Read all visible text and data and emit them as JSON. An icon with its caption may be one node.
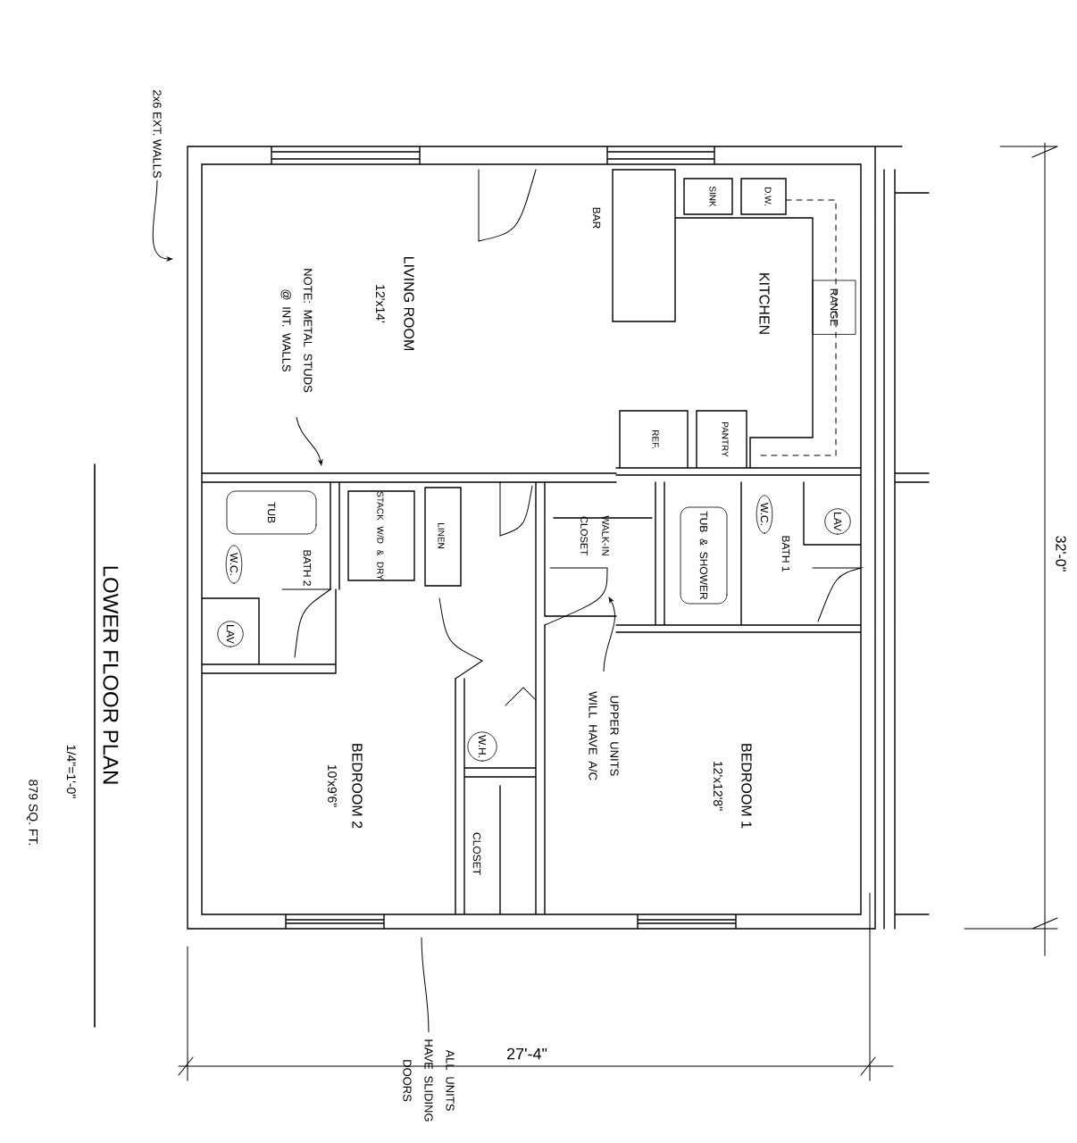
{
  "diagram": {
    "title": "LOWER FLOOR PLAN",
    "nodes": [
      {
        "text": [
          "2x6 EXT. WALLS"
        ]
      },
      {
        "text": [
          "NOTE: METAL STUDS @ INT. WALLS"
        ]
      },
      {
        "text": [
          "UPPER UNITS WILL HAVE A/C"
        ]
      },
      {
        "text": [
          "ALL UNITS HAVE SLIDING DOORS"
        ]
      },
      {
        "text": [
          "TUB"
        ]
      },
      {
        "text": [
          "W.C."
        ]
      },
      {
        "text": [
          "LAV"
        ]
      },
      {
        "text": [
          "TUB & SHOWER"
        ]
      },
      {
        "text": [
          "W.C."
        ]
      },
      {
        "text": [
          "LAV"
        ]
      },
      {
        "text": [
          "W.H."
        ]
      },
      {
        "text": [
          "RANGE"
        ]
      },
      {
        "text": [],
        "shape": "door"
      }
    ],
    "edges": [
      {
        "from": 0,
        "to": null,
        "arrow": "to"
      },
      {
        "from": 1,
        "to": null,
        "arrow": "to"
      },
      {
        "from": 2,
        "to": 12,
        "arrow": "to"
      },
      {
        "from": 3,
        "to": null,
        "arrow": "none"
      }
    ],
    "labels": [
      "LIVING ROOM",
      "12'x14'",
      "BAR",
      "SINK",
      "D.W.",
      "KITCHEN",
      "REF.",
      "PANTRY",
      "BATH 2",
      "STACK W/D & DRY",
      "LINEN",
      "WALK-IN CLOSET",
      "BATH 1",
      "CLOSET",
      "BEDROOM 2",
      "10'x9'6\"",
      "BEDROOM 1",
      "12'x12'8\"",
      "32'-0\"",
      "27'-4\"",
      "1/4\"=1'-0\"",
      "879 SQ. FT."
    ]
  }
}
